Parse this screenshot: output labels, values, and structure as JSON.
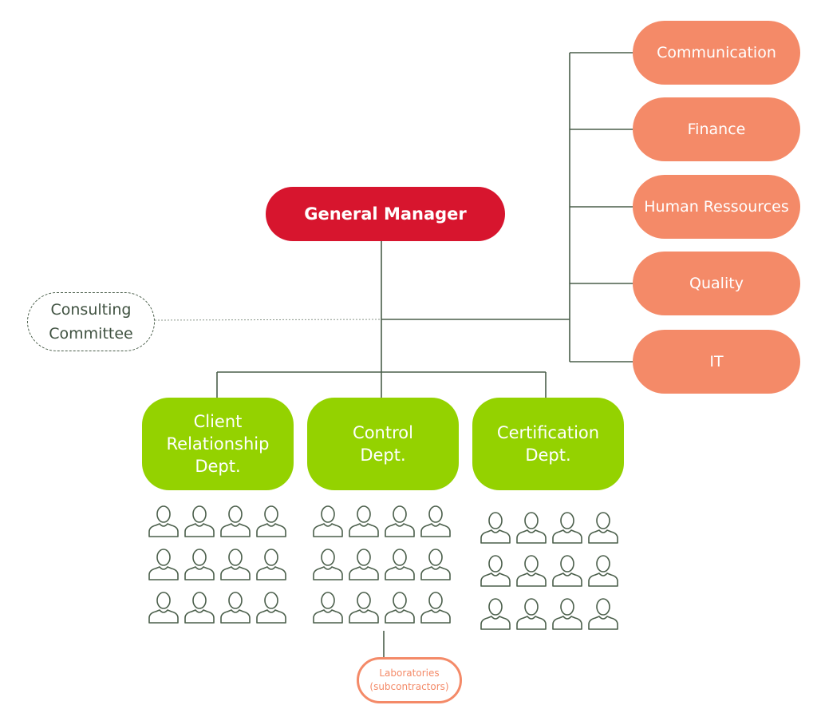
{
  "general_manager": {
    "label": "General Manager"
  },
  "support_units": [
    {
      "label": "Communication"
    },
    {
      "label": "Finance"
    },
    {
      "label": "Human Ressources"
    },
    {
      "label": "Quality"
    },
    {
      "label": "IT"
    }
  ],
  "consulting_committee": {
    "line1": "Consulting",
    "line2": "Committee"
  },
  "departments": [
    {
      "lines": [
        "Client",
        "Relationship",
        "Dept."
      ],
      "staff_count": 12
    },
    {
      "lines": [
        "Control",
        "Dept."
      ],
      "staff_count": 12
    },
    {
      "lines": [
        "Certification",
        "Dept."
      ],
      "staff_count": 12
    }
  ],
  "laboratories": {
    "line1": "Laboratories",
    "line2": "(subcontractors)"
  },
  "colors": {
    "general_manager": "#d7152e",
    "support_unit": "#f48a68",
    "department": "#94d200",
    "connector": "#4a5e4a",
    "person_icon": "#4a5e4a",
    "laboratories": "#f48a68"
  }
}
